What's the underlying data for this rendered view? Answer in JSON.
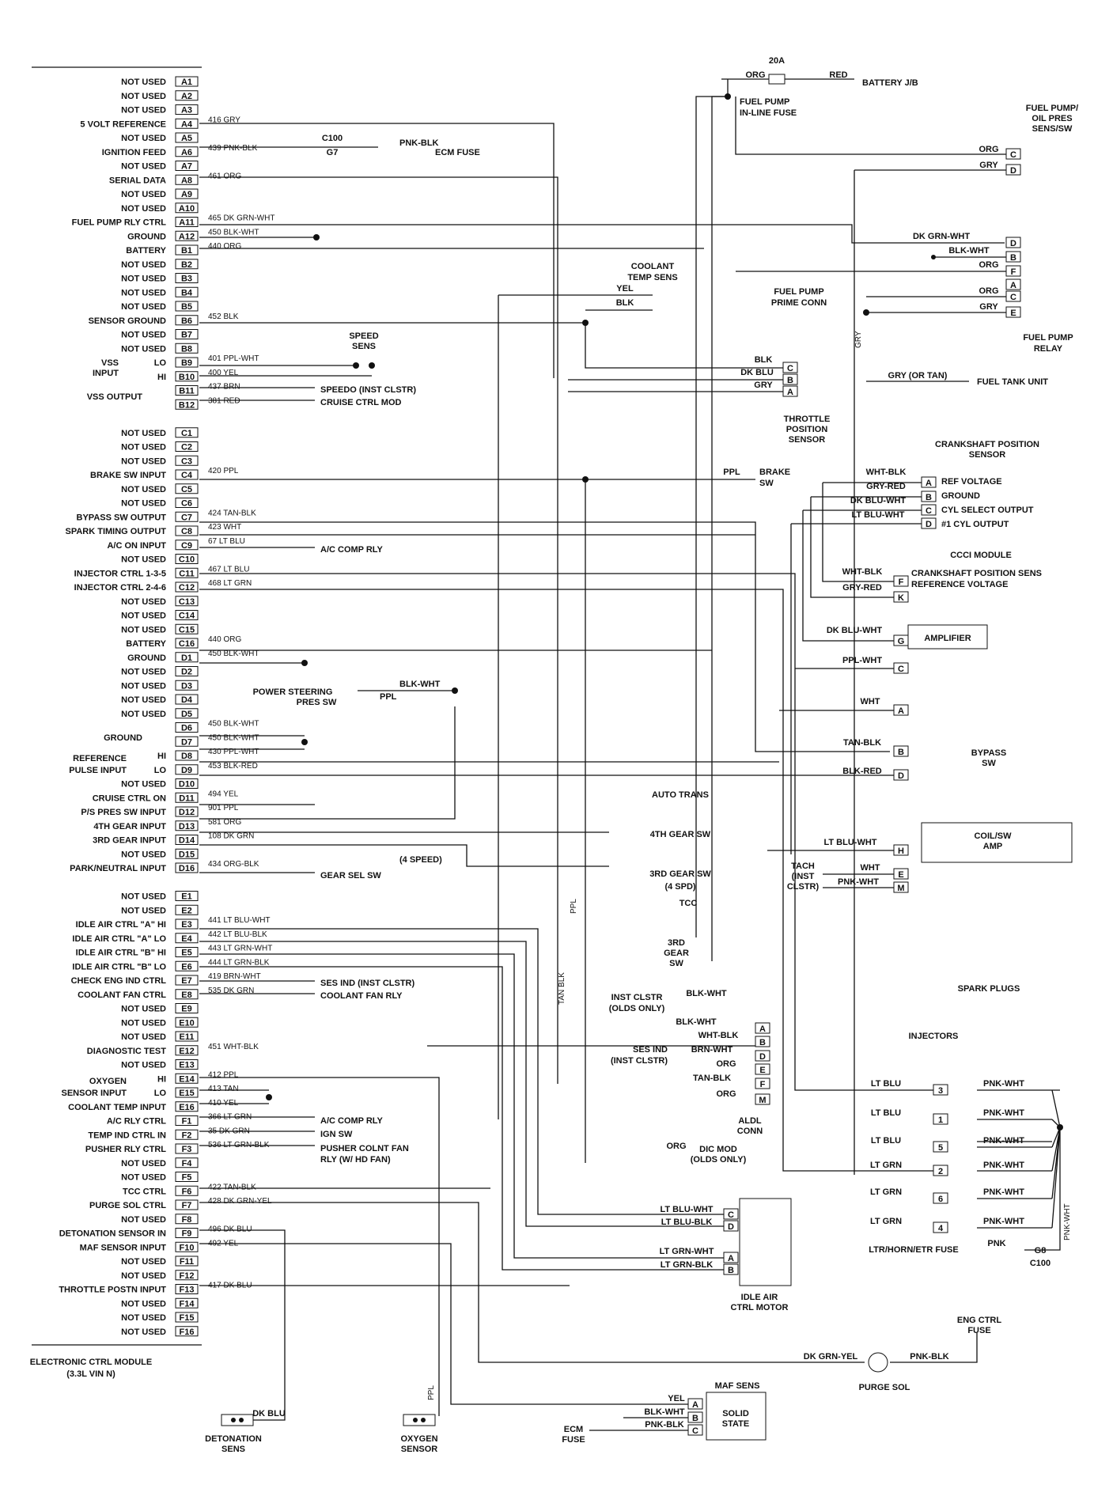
{
  "ecm": {
    "title": "ELECTRONIC CTRL MODULE",
    "subtitle": "(3.3L VIN N)",
    "pins": [
      {
        "pin": "A1",
        "label": "NOT USED"
      },
      {
        "pin": "A2",
        "label": "NOT USED"
      },
      {
        "pin": "A3",
        "label": "NOT USED"
      },
      {
        "pin": "A4",
        "label": "5 VOLT REFERENCE",
        "wire": "416 GRY"
      },
      {
        "pin": "A5",
        "label": "NOT USED"
      },
      {
        "pin": "A6",
        "label": "IGNITION FEED",
        "wire": "439 PNK-BLK"
      },
      {
        "pin": "A7",
        "label": "NOT USED"
      },
      {
        "pin": "A8",
        "label": "SERIAL DATA",
        "wire": "461 ORG"
      },
      {
        "pin": "A9",
        "label": "NOT USED"
      },
      {
        "pin": "A10",
        "label": "NOT USED"
      },
      {
        "pin": "A11",
        "label": "FUEL PUMP RLY CTRL",
        "wire": "465 DK GRN-WHT"
      },
      {
        "pin": "A12",
        "label": "GROUND",
        "wire": "450 BLK-WHT"
      },
      {
        "pin": "B1",
        "label": "BATTERY",
        "wire": "440 ORG"
      },
      {
        "pin": "B2",
        "label": "NOT USED"
      },
      {
        "pin": "B3",
        "label": "NOT USED"
      },
      {
        "pin": "B4",
        "label": "NOT USED"
      },
      {
        "pin": "B5",
        "label": "NOT USED"
      },
      {
        "pin": "B6",
        "label": "SENSOR GROUND",
        "wire": "452 BLK"
      },
      {
        "pin": "B7",
        "label": "NOT USED"
      },
      {
        "pin": "B8",
        "label": "NOT USED"
      },
      {
        "pin": "B9",
        "label": "LO",
        "wire": "401 PPL-WHT"
      },
      {
        "pin": "B10",
        "label": "HI",
        "wire": "400 YEL"
      },
      {
        "pin": "B11",
        "label": "",
        "wire": "437 BRN"
      },
      {
        "pin": "B12",
        "label": "",
        "wire": "381 RED"
      },
      {
        "pin": "C1",
        "label": "NOT USED"
      },
      {
        "pin": "C2",
        "label": "NOT USED"
      },
      {
        "pin": "C3",
        "label": "NOT USED"
      },
      {
        "pin": "C4",
        "label": "BRAKE SW INPUT",
        "wire": "420 PPL"
      },
      {
        "pin": "C5",
        "label": "NOT USED"
      },
      {
        "pin": "C6",
        "label": "NOT USED"
      },
      {
        "pin": "C7",
        "label": "BYPASS SW OUTPUT",
        "wire": "424 TAN-BLK"
      },
      {
        "pin": "C8",
        "label": "SPARK TIMING OUTPUT",
        "wire": "423 WHT"
      },
      {
        "pin": "C9",
        "label": "A/C ON INPUT",
        "wire": "67 LT BLU"
      },
      {
        "pin": "C10",
        "label": "NOT USED"
      },
      {
        "pin": "C11",
        "label": "INJECTOR CTRL 1-3-5",
        "wire": "467 LT BLU"
      },
      {
        "pin": "C12",
        "label": "INJECTOR CTRL 2-4-6",
        "wire": "468 LT GRN"
      },
      {
        "pin": "C13",
        "label": "NOT USED"
      },
      {
        "pin": "C14",
        "label": "NOT USED"
      },
      {
        "pin": "C15",
        "label": "NOT USED"
      },
      {
        "pin": "C16",
        "label": "BATTERY",
        "wire": "440 ORG"
      },
      {
        "pin": "D1",
        "label": "GROUND",
        "wire": "450 BLK-WHT"
      },
      {
        "pin": "D2",
        "label": "NOT USED"
      },
      {
        "pin": "D3",
        "label": "NOT USED"
      },
      {
        "pin": "D4",
        "label": "NOT USED"
      },
      {
        "pin": "D5",
        "label": "NOT USED"
      },
      {
        "pin": "D6",
        "label": "",
        "wire": "450 BLK-WHT"
      },
      {
        "pin": "D7",
        "label": "",
        "wire": "450 BLK-WHT"
      },
      {
        "pin": "D8",
        "label": "HI",
        "wire": "430 PPL-WHT"
      },
      {
        "pin": "D9",
        "label": "LO",
        "wire": "453 BLK-RED"
      },
      {
        "pin": "D10",
        "label": "NOT USED"
      },
      {
        "pin": "D11",
        "label": "CRUISE CTRL ON",
        "wire": "494 YEL"
      },
      {
        "pin": "D12",
        "label": "P/S PRES SW INPUT",
        "wire": "901 PPL"
      },
      {
        "pin": "D13",
        "label": "4TH GEAR INPUT",
        "wire": "581 ORG"
      },
      {
        "pin": "D14",
        "label": "3RD GEAR INPUT",
        "wire": "108 DK GRN"
      },
      {
        "pin": "D15",
        "label": "NOT USED"
      },
      {
        "pin": "D16",
        "label": "PARK/NEUTRAL INPUT",
        "wire": "434 ORG-BLK"
      },
      {
        "pin": "E1",
        "label": "NOT USED"
      },
      {
        "pin": "E2",
        "label": "NOT USED"
      },
      {
        "pin": "E3",
        "label": "IDLE AIR CTRL \"A\" HI",
        "wire": "441 LT BLU-WHT"
      },
      {
        "pin": "E4",
        "label": "IDLE AIR CTRL \"A\" LO",
        "wire": "442 LT BLU-BLK"
      },
      {
        "pin": "E5",
        "label": "IDLE AIR CTRL \"B\" HI",
        "wire": "443 LT GRN-WHT"
      },
      {
        "pin": "E6",
        "label": "IDLE AIR CTRL \"B\" LO",
        "wire": "444 LT GRN-BLK"
      },
      {
        "pin": "E7",
        "label": "CHECK ENG IND CTRL",
        "wire": "419 BRN-WHT"
      },
      {
        "pin": "E8",
        "label": "COOLANT FAN CTRL",
        "wire": "535 DK GRN"
      },
      {
        "pin": "E9",
        "label": "NOT USED"
      },
      {
        "pin": "E10",
        "label": "NOT USED"
      },
      {
        "pin": "E11",
        "label": "NOT USED"
      },
      {
        "pin": "E12",
        "label": "DIAGNOSTIC TEST",
        "wire": "451 WHT-BLK"
      },
      {
        "pin": "E13",
        "label": "NOT USED"
      },
      {
        "pin": "E14",
        "label": "HI",
        "wire": "412 PPL"
      },
      {
        "pin": "E15",
        "label": "LO",
        "wire": "413 TAN"
      },
      {
        "pin": "E16",
        "label": "COOLANT TEMP INPUT",
        "wire": "410 YEL"
      },
      {
        "pin": "F1",
        "label": "A/C RLY CTRL",
        "wire": "366 LT GRN"
      },
      {
        "pin": "F2",
        "label": "TEMP IND CTRL IN",
        "wire": "35 DK GRN"
      },
      {
        "pin": "F3",
        "label": "PUSHER RLY CTRL",
        "wire": "536 LT GRN-BLK"
      },
      {
        "pin": "F4",
        "label": "NOT USED"
      },
      {
        "pin": "F5",
        "label": "NOT USED"
      },
      {
        "pin": "F6",
        "label": "TCC CTRL",
        "wire": "422 TAN-BLK"
      },
      {
        "pin": "F7",
        "label": "PURGE SOL CTRL",
        "wire": "428 DK GRN-YEL"
      },
      {
        "pin": "F8",
        "label": "NOT USED"
      },
      {
        "pin": "F9",
        "label": "DETONATION SENSOR IN",
        "wire": "496 DK BLU"
      },
      {
        "pin": "F10",
        "label": "MAF SENSOR INPUT",
        "wire": "492 YEL"
      },
      {
        "pin": "F11",
        "label": "NOT USED"
      },
      {
        "pin": "F12",
        "label": "NOT USED"
      },
      {
        "pin": "F13",
        "label": "THROTTLE POSTN INPUT",
        "wire": "417 DK BLU"
      },
      {
        "pin": "F14",
        "label": "NOT USED"
      },
      {
        "pin": "F15",
        "label": "NOT USED"
      },
      {
        "pin": "F16",
        "label": "NOT USED"
      }
    ],
    "group_labels": {
      "vss": "VSS",
      "input": "INPUT",
      "vss_output": "VSS OUTPUT",
      "ground": "GROUND",
      "reference": "REFERENCE",
      "pulse_input": "PULSE INPUT",
      "oxygen": "OXYGEN",
      "sensor_input": "SENSOR INPUT"
    }
  },
  "labels": {
    "fuse_20a": "20A",
    "org": "ORG",
    "red": "RED",
    "battery_jb": "BATTERY J/B",
    "fuel_pump_inline": "FUEL PUMP",
    "inline_fuse": "IN-LINE FUSE",
    "c100": "C100",
    "g7": "G7",
    "pnk_blk": "PNK-BLK",
    "ecm_fuse": "ECM FUSE",
    "fp_oil_1": "FUEL PUMP/",
    "fp_oil_2": "OIL PRES",
    "fp_oil_3": "SENS/SW",
    "gry": "GRY",
    "dk_grn_wht": "DK GRN-WHT",
    "blk_wht": "BLK-WHT",
    "fuel_pump_prime_1": "FUEL PUMP",
    "fuel_pump_prime_2": "PRIME CONN",
    "fuel_pump_relay_1": "FUEL PUMP",
    "fuel_pump_relay_2": "RELAY",
    "gry_or_tan": "GRY (OR TAN)",
    "fuel_tank_unit": "FUEL TANK UNIT",
    "coolant_1": "COOLANT",
    "coolant_2": "TEMP SENS",
    "yel": "YEL",
    "blk": "BLK",
    "speed_1": "SPEED",
    "speed_2": "SENS",
    "speedo": "SPEEDO (INST CLSTR)",
    "cruise_ctrl_mod": "CRUISE CTRL MOD",
    "dk_blu": "DK BLU",
    "tps_1": "THROTTLE",
    "tps_2": "POSITION",
    "tps_3": "SENSOR",
    "ppl": "PPL",
    "brake_1": "BRAKE",
    "brake_2": "SW",
    "ckp_1": "CRANKSHAFT POSITION",
    "ckp_2": "SENSOR",
    "wht_blk": "WHT-BLK",
    "gry_red": "GRY-RED",
    "dk_blu_wht": "DK BLU-WHT",
    "lt_blu_wht": "LT BLU-WHT",
    "ref_voltage": "REF VOLTAGE",
    "ground": "GROUND",
    "cyl_select": "CYL SELECT OUTPUT",
    "cyl1": "#1 CYL OUTPUT",
    "ac_comp_rly": "A/C COMP RLY",
    "ccci": "CCCI MODULE",
    "ccci_1": "CRANKSHAFT POSITION SENS",
    "ccci_2": "REFERENCE VOLTAGE",
    "amplifier": "AMPLIFIER",
    "ps_1": "POWER STEERING",
    "ps_2": "PRES SW",
    "ppl_wht": "PPL-WHT",
    "wht": "WHT",
    "tan_blk": "TAN-BLK",
    "blk_red": "BLK-RED",
    "bypass_1": "BYPASS",
    "bypass_2": "SW",
    "auto_trans": "AUTO TRANS",
    "gear4": "4TH GEAR SW",
    "gear3": "3RD GEAR SW",
    "spd4": "(4 SPD)",
    "tcc": "TCC",
    "gear3b_1": "3RD",
    "gear3b_2": "GEAR",
    "gear3b_3": "SW",
    "speed4": "(4 SPEED)",
    "gear_sel_sw": "GEAR SEL SW",
    "coil_1": "COIL/SW",
    "coil_2": "AMP",
    "tach_1": "TACH",
    "tach_2": "(INST",
    "tach_3": "CLSTR)",
    "pnk_wht": "PNK-WHT",
    "lt_blu_wht2": "LT BLU-WHT",
    "spark_plugs": "SPARK PLUGS",
    "ses_ind": "SES IND (INST CLSTR)",
    "coolant_fan_rly": "COOLANT FAN RLY",
    "inst_clstr_1": "INST CLSTR",
    "inst_clstr_2": "(OLDS ONLY)",
    "ses_ind_1": "SES IND",
    "ses_ind_2": "(INST CLSTR)",
    "brn_wht": "BRN-WHT",
    "aldl_1": "ALDL",
    "aldl_2": "CONN",
    "dic_1": "DIC MOD",
    "dic_2": "(OLDS ONLY)",
    "injectors": "INJECTORS",
    "lt_blu": "LT BLU",
    "lt_grn": "LT GRN",
    "ign_sw": "IGN SW",
    "pusher_1": "PUSHER COLNT FAN",
    "pusher_2": "RLY (W/ HD FAN)",
    "lt_blu_blk": "LT BLU-BLK",
    "lt_grn_wht": "LT GRN-WHT",
    "lt_grn_blk": "LT GRN-BLK",
    "iac_1": "IDLE AIR",
    "iac_2": "CTRL MOTOR",
    "ltr_fuse": "LTR/HORN/ETR FUSE",
    "pnk": "PNK",
    "g8": "G8",
    "eng_ctrl_1": "ENG CTRL",
    "eng_ctrl_2": "FUSE",
    "dk_grn_yel": "DK GRN-YEL",
    "purge_sol": "PURGE SOL",
    "maf_sens": "MAF SENS",
    "solid_1": "SOLID",
    "solid_2": "STATE",
    "ecm_fuse_1": "ECM",
    "ecm_fuse_2": "FUSE",
    "det_1": "DETONATION",
    "det_2": "SENS",
    "oxy_1": "OXYGEN",
    "oxy_2": "SENSOR",
    "tan_blk_v": "TAN BLK",
    "gry_v": "GRY"
  },
  "connectors": {
    "fuel_pump_oil": [
      "C",
      "D"
    ],
    "fuel_pump_relay": [
      "D",
      "B",
      "F",
      "A",
      "C",
      "E"
    ],
    "tps": [
      "C",
      "B",
      "A"
    ],
    "ckp": [
      "A",
      "B",
      "C",
      "D"
    ],
    "ccci": [
      "F",
      "K",
      "G",
      "C",
      "A",
      "B",
      "D",
      "H",
      "E",
      "M"
    ],
    "aldl": [
      "A",
      "B",
      "D",
      "E",
      "F",
      "M"
    ],
    "injectors": [
      "3",
      "1",
      "5",
      "2",
      "6",
      "4"
    ],
    "iac": [
      "C",
      "D",
      "A",
      "B"
    ],
    "maf": [
      "A",
      "B",
      "C"
    ]
  }
}
